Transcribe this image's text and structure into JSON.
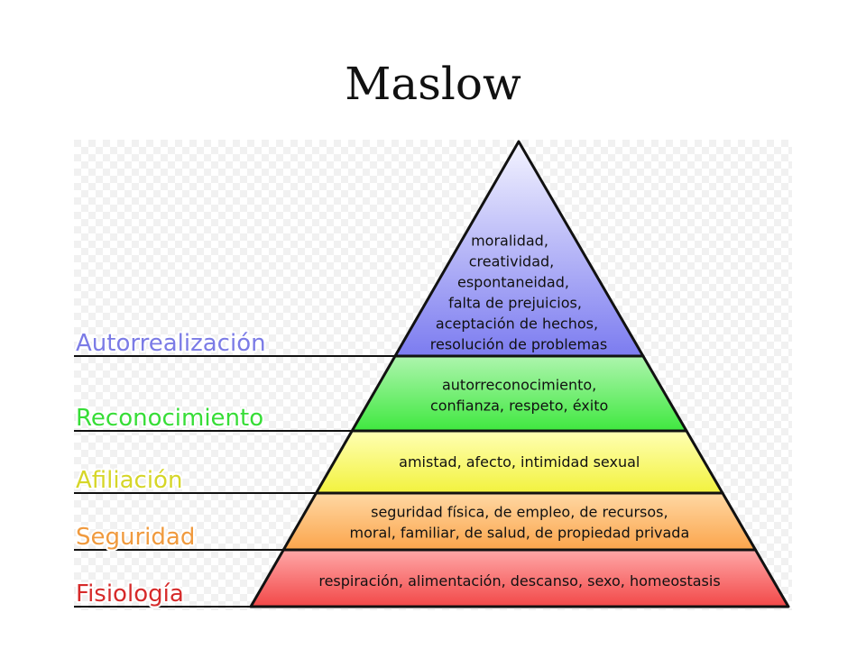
{
  "title": "Maslow",
  "levels": [
    {
      "name": "Autorrealización",
      "color": "#7b7be6",
      "description": [
        "moralidad,",
        "creatividad,",
        "espontaneidad,",
        "falta de prejuicios,",
        "aceptación de hechos,",
        "resolución de problemas"
      ]
    },
    {
      "name": "Reconocimiento",
      "color": "#37dd37",
      "description": [
        "autorreconocimiento,",
        "confianza, respeto, éxito"
      ]
    },
    {
      "name": "Afiliación",
      "color": "#d6d628",
      "description": [
        "amistad, afecto, intimidad sexual"
      ]
    },
    {
      "name": "Seguridad",
      "color": "#f09a3e",
      "description": [
        "seguridad física, de empleo, de recursos,",
        "moral, familiar, de salud, de propiedad privada"
      ]
    },
    {
      "name": "Fisiología",
      "color": "#d62a2a",
      "description": [
        "respiración, alimentación, descanso, sexo, homeostasis"
      ]
    }
  ]
}
